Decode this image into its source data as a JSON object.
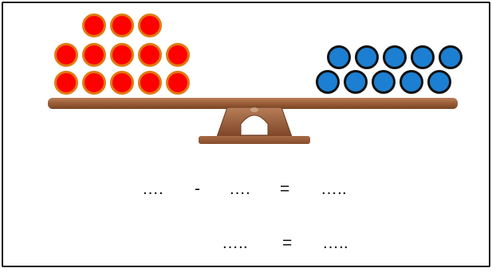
{
  "colors": {
    "frame": "#111111",
    "red_ball_fill": "#ff0000",
    "red_ball_outline": "#e07a10",
    "blue_ball_fill": "#1c7fd1",
    "blue_ball_outline": "#111111",
    "seesaw_wood": "#9a5d37"
  },
  "left_pile": {
    "color": "red",
    "rows": [
      3,
      5,
      5
    ],
    "count": 13
  },
  "right_pile": {
    "color": "blue",
    "rows": [
      5,
      5
    ],
    "count": 10
  },
  "equation_1": {
    "blank_a": "….",
    "operator": "-",
    "blank_b": "….",
    "equals": "=",
    "result": "….."
  },
  "equation_2": {
    "blank": "…..",
    "equals": "=",
    "result": "….."
  }
}
